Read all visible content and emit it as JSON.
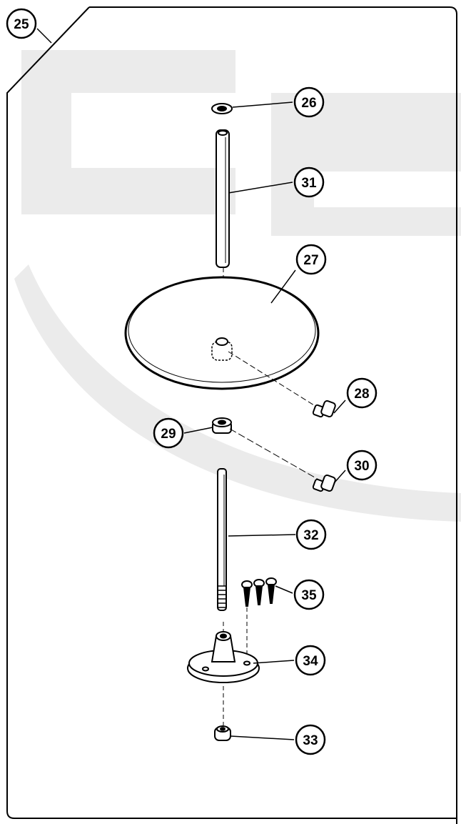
{
  "diagram": {
    "colors": {
      "line": "#000000",
      "watermark": "#ebebeb",
      "background": "#ffffff"
    },
    "watermark": {
      "letters": "CS"
    },
    "callouts": [
      {
        "id": "25",
        "label": "25"
      },
      {
        "id": "26",
        "label": "26"
      },
      {
        "id": "31",
        "label": "31"
      },
      {
        "id": "27",
        "label": "27"
      },
      {
        "id": "28",
        "label": "28"
      },
      {
        "id": "29",
        "label": "29"
      },
      {
        "id": "30",
        "label": "30"
      },
      {
        "id": "32",
        "label": "32"
      },
      {
        "id": "35",
        "label": "35"
      },
      {
        "id": "34",
        "label": "34"
      },
      {
        "id": "33",
        "label": "33"
      }
    ],
    "parts": [
      {
        "id": "26",
        "name": "cap-nut"
      },
      {
        "id": "31",
        "name": "upper-rod"
      },
      {
        "id": "27",
        "name": "disc-plate"
      },
      {
        "id": "28",
        "name": "thumb-screw"
      },
      {
        "id": "29",
        "name": "collar"
      },
      {
        "id": "30",
        "name": "thumb-screw"
      },
      {
        "id": "32",
        "name": "threaded-rod"
      },
      {
        "id": "35",
        "name": "wood-screws"
      },
      {
        "id": "34",
        "name": "base-flange"
      },
      {
        "id": "33",
        "name": "nut"
      }
    ]
  }
}
